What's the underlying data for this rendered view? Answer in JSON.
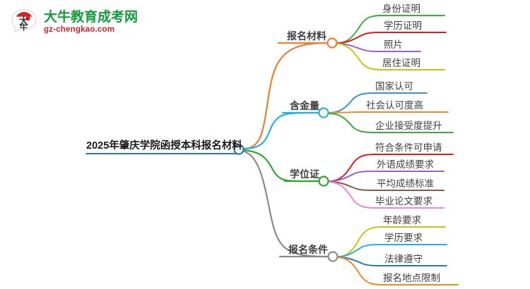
{
  "logo": {
    "icon": "daniu-speech-bubble-logo-icon",
    "mark_chars": "大牛",
    "title": "大牛教育成考网",
    "subtitle": "gz-chengkao.com",
    "title_color": "#159b3f",
    "subtitle_color": "#cf2027"
  },
  "mindmap": {
    "root": {
      "label": "2025年肇庆学院函授本科报名材料",
      "color": "#2e75b6"
    },
    "branches": [
      {
        "label": "报名材料",
        "color": "#ed7d31",
        "leaves": [
          {
            "label": "身份证明",
            "color": "#3faa3f"
          },
          {
            "label": "学历证明",
            "color": "#e01b1b"
          },
          {
            "label": "照片",
            "color": "#9a62d0"
          },
          {
            "label": "居住证明",
            "color": "#c8c414"
          }
        ]
      },
      {
        "label": "含金量",
        "color": "#25b4d8",
        "leaves": [
          {
            "label": "国家认可",
            "color": "#3f8fd4"
          },
          {
            "label": "社会认可度高",
            "color": "#f08a24"
          },
          {
            "label": "企业接受度提升",
            "color": "#3faa3f"
          }
        ]
      },
      {
        "label": "学位证",
        "color": "#2fa82f",
        "leaves": [
          {
            "label": "符合条件可申请",
            "color": "#e01b1b"
          },
          {
            "label": "外语成绩要求",
            "color": "#9a62d0"
          },
          {
            "label": "平均成绩标准",
            "color": "#8a5a46"
          },
          {
            "label": "毕业论文要求",
            "color": "#ef87c8"
          }
        ]
      },
      {
        "label": "报名条件",
        "color": "#8a8a8a",
        "leaves": [
          {
            "label": "年龄要求",
            "color": "#c8c414"
          },
          {
            "label": "学历要求",
            "color": "#25b4d8"
          },
          {
            "label": "法律遵守",
            "color": "#2e75b6"
          },
          {
            "label": "报名地点限制",
            "color": "#f08a24"
          }
        ]
      }
    ]
  }
}
